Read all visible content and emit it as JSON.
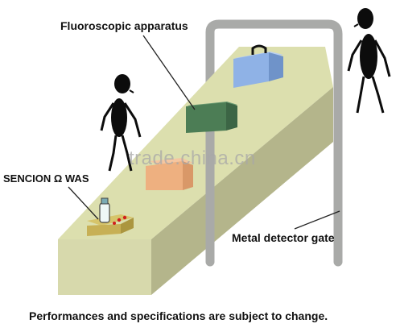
{
  "labels": {
    "fluoroscopic": "Fluoroscopic apparatus",
    "sencion": "SENCION Ω WAS",
    "metal_detector": "Metal detector gate",
    "footer": "Performances and specifications are subject to change."
  },
  "watermark": "trade.china.cn",
  "colors": {
    "conveyor_top": "#dcdfae",
    "conveyor_front": "#d7d9ac",
    "conveyor_side": "#b4b58b",
    "gate": "#a9aaa8",
    "box_blue": "#8fb2e6",
    "box_green": "#4c7d55",
    "box_orange": "#eeb080",
    "person": "#0c0c0c"
  }
}
